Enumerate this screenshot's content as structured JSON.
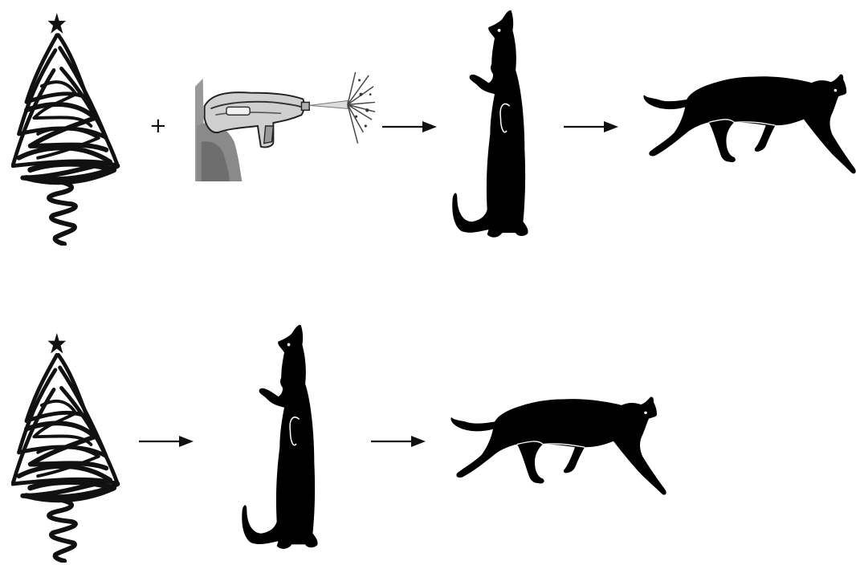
{
  "diagram": {
    "rows": [
      {
        "id": "top",
        "sequence": [
          "christmas-tree",
          "plus",
          "spray-gun",
          "arrow",
          "cat-standing",
          "arrow",
          "cat-walking"
        ]
      },
      {
        "id": "bottom",
        "sequence": [
          "christmas-tree",
          "arrow",
          "cat-standing",
          "arrow",
          "cat-walking"
        ]
      }
    ],
    "operator_symbol": "+",
    "colors": {
      "ink": "#111111",
      "silhouette": "#000000",
      "spray_bg": "#cfcfcf",
      "background": "#ffffff"
    }
  }
}
